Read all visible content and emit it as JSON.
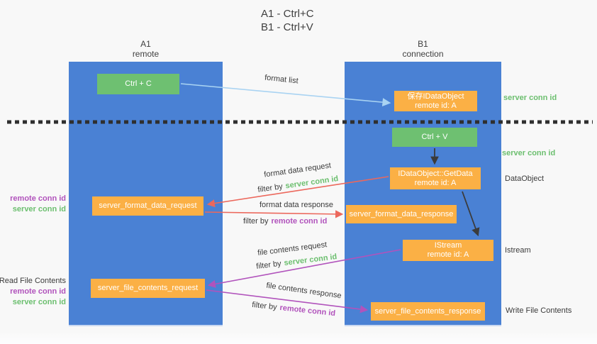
{
  "title": {
    "line1": "A1 - Ctrl+C",
    "line2": "B1 - Ctrl+V"
  },
  "lanes": {
    "a": {
      "id": "A1",
      "role": "remote"
    },
    "b": {
      "id": "B1",
      "role": "connection"
    }
  },
  "nodes": {
    "ctrl_c": {
      "label": "Ctrl + C"
    },
    "ctrl_v": {
      "label": "Ctrl + V"
    },
    "save_dataobject": {
      "line1": "保存IDataObject",
      "line2": "remote id: A"
    },
    "getdata": {
      "line1": "IDataObject::GetData",
      "line2": "remote id: A"
    },
    "istream": {
      "line1": "IStream",
      "line2": "remote id: A"
    },
    "format_request": {
      "label": "server_format_data_request"
    },
    "format_response": {
      "label": "server_format_data_response"
    },
    "file_request": {
      "label": "server_file_contents_request"
    },
    "file_response": {
      "label": "server_file_contents_response"
    }
  },
  "flow_labels": {
    "format_list": "format list",
    "format_data_request": "format data request",
    "format_data_response": "format data response",
    "file_contents_request": "file contents request",
    "file_contents_response": "file contents response",
    "filter_by": "filter by",
    "server_conn_id": "server conn id",
    "remote_conn_id": "remote conn id"
  },
  "side_labels": {
    "server_conn_id_top": "server conn id",
    "server_conn_id_mid": "server conn id",
    "dataobject": "DataObject",
    "istream": "Istream",
    "read_file_contents": "Read File Contents",
    "write_file_contents": "Write File Contents",
    "remote_conn_id": "remote conn id",
    "server_conn_id": "server conn id"
  },
  "colors": {
    "lane_blue": "#4a81d4",
    "node_green": "#6ec071",
    "node_orange": "#fbb045",
    "arrow_red": "#ec685c",
    "arrow_purple": "#b153bc",
    "arrow_light_blue": "#a9d3f2",
    "text_green": "#6cbf6f",
    "text_purple": "#b153bc",
    "text_ink": "#3b3b3b",
    "background": "#f8f8f8"
  }
}
